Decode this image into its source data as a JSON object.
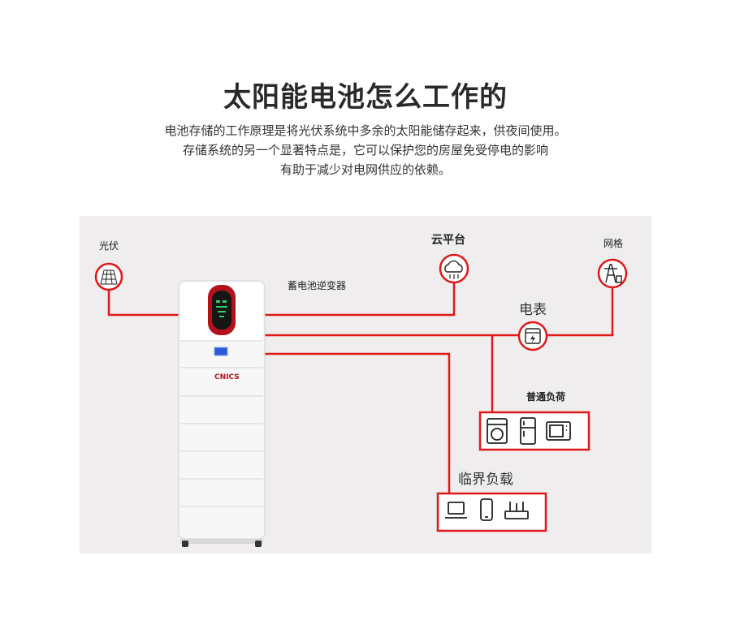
{
  "header": {
    "title": "太阳能电池怎么工作的",
    "line1": "电池存储的工作原理是将光伏系统中多余的太阳能储存起来，供夜间使用。",
    "line2": "存储系统的另一个显著特点是，它可以保护您的房屋免受停电的影响",
    "line3": "有助于减少对电网供应的依赖。"
  },
  "diagram": {
    "pv_label": "光伏",
    "inverter_label": "蓄电池逆变器",
    "cloud_label": "云平台",
    "grid_label": "网格",
    "meter_label": "电表",
    "normal_load_label": "普通负荷",
    "critical_load_label": "临界负载",
    "brand": "CNICS",
    "line_color": "#e01818",
    "icons": [
      "solar-panel-icon",
      "cloud-icon",
      "grid-tower-icon",
      "meter-icon",
      "washing-machine-icon",
      "refrigerator-icon",
      "microwave-icon",
      "laptop-icon",
      "phone-icon",
      "router-icon"
    ]
  }
}
